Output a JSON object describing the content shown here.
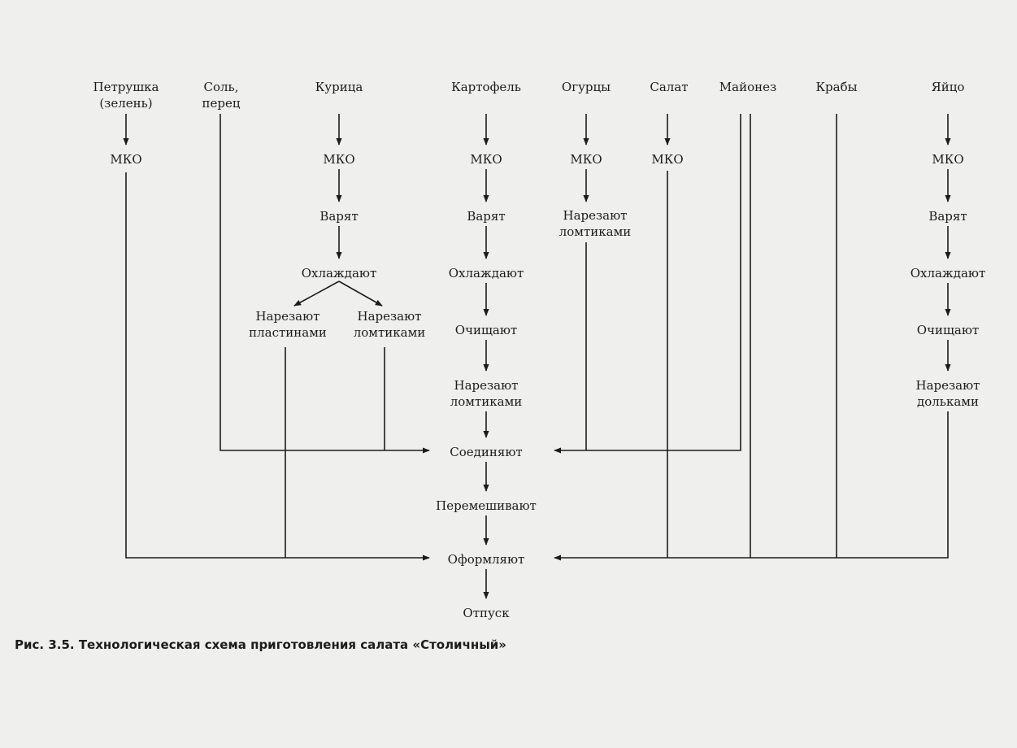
{
  "figure": {
    "caption_prefix": "Рис. 3.5.",
    "caption_text": "Технологическая схема приготовления салата «Столичный»"
  },
  "ingredients": {
    "parsley": [
      "Петрушка",
      "(зелень)"
    ],
    "salt_pepper": [
      "Соль,",
      "перец"
    ],
    "chicken": [
      "Курица"
    ],
    "potato": [
      "Картофель"
    ],
    "cucumber": [
      "Огурцы"
    ],
    "lettuce": [
      "Салат"
    ],
    "mayonnaise": [
      "Майонез"
    ],
    "crab": [
      "Крабы"
    ],
    "egg": [
      "Яйцо"
    ]
  },
  "steps": {
    "parsley_mko": [
      "МКО"
    ],
    "chicken_mko": [
      "МКО"
    ],
    "chicken_boil": [
      "Варят"
    ],
    "chicken_cool": [
      "Охлаждают"
    ],
    "chicken_slice_plates": [
      "Нарезают",
      "пластинами"
    ],
    "chicken_slice_strips": [
      "Нарезают",
      "ломтиками"
    ],
    "potato_mko": [
      "МКО"
    ],
    "potato_boil": [
      "Варят"
    ],
    "potato_cool": [
      "Охлаждают"
    ],
    "potato_peel": [
      "Очищают"
    ],
    "potato_slice": [
      "Нарезают",
      "ломтиками"
    ],
    "cucumber_mko": [
      "МКО"
    ],
    "cucumber_slice": [
      "Нарезают",
      "ломтиками"
    ],
    "lettuce_mko": [
      "МКО"
    ],
    "egg_mko": [
      "МКО"
    ],
    "egg_boil": [
      "Варят"
    ],
    "egg_cool": [
      "Охлаждают"
    ],
    "egg_peel": [
      "Очищают"
    ],
    "egg_slice": [
      "Нарезают",
      "дольками"
    ],
    "combine": [
      "Соединяют"
    ],
    "mix": [
      "Перемешивают"
    ],
    "garnish": [
      "Оформляют"
    ],
    "serve": [
      "Отпуск"
    ]
  }
}
